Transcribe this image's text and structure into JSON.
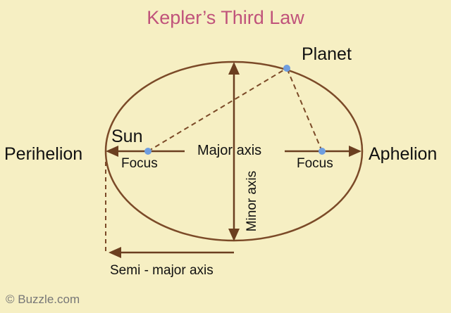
{
  "title": "Kepler’s Third Law",
  "labels": {
    "planet": "Planet",
    "sun": "Sun",
    "focus_left": "Focus",
    "focus_right": "Focus",
    "perihelion": "Perihelion",
    "aphelion": "Aphelion",
    "major_axis": "Major axis",
    "minor_axis": "Minor axis",
    "semi_major_axis": "Semi - major axis"
  },
  "credit": "© Buzzle.com",
  "colors": {
    "background": "#f6efc3",
    "title": "#c0537b",
    "orbit": "#7b4a28",
    "point": "#6f9ee0"
  }
}
